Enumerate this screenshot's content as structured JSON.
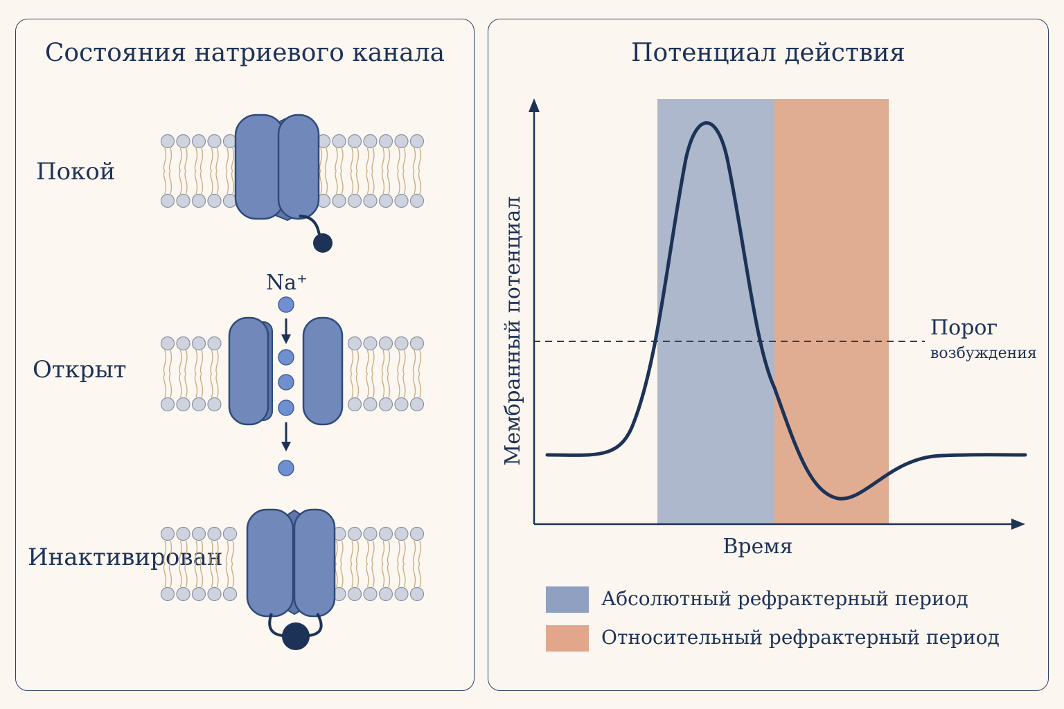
{
  "left_panel": {
    "title": "Состояния натриевого канала",
    "states": [
      {
        "label": "Покой"
      },
      {
        "label": "Открыт"
      },
      {
        "label": "Инактивирован"
      }
    ],
    "ion_label": "Na⁺"
  },
  "right_panel": {
    "title": "Потенциал действия",
    "y_axis_label": "Мембранный потенциал",
    "x_axis_label": "Время",
    "threshold_label_line1": "Порог",
    "threshold_label_line2": "возбуждения",
    "legend": [
      {
        "label": "Абсолютный рефрактерный период",
        "color": "#8fa0c1"
      },
      {
        "label": "Относительный рефрактерный период",
        "color": "#e2a68a"
      }
    ]
  },
  "colors": {
    "protein": "#7089ba",
    "protein_outline": "#2f4a7a",
    "ink": "#1d3257",
    "lipid_head": "#cfd3de",
    "lipid_tail": "#c9ae86",
    "ion": "#6f8fd0",
    "abs_band": "#aeb8cd",
    "rel_band": "#e0ad93"
  }
}
